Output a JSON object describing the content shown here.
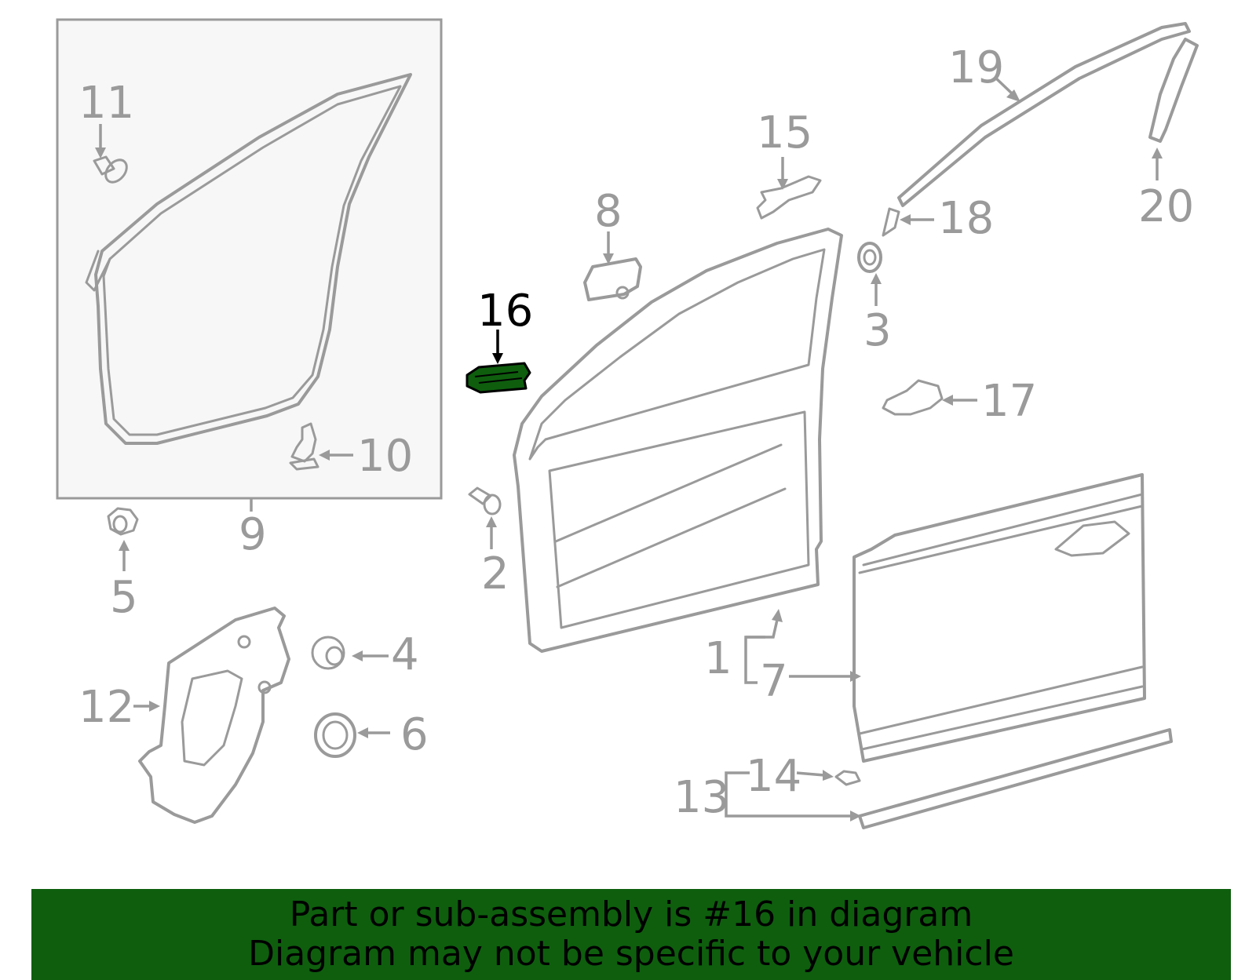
{
  "colors": {
    "line_art": "#9a9a9a",
    "highlight_part": "#0e5e0e",
    "banner_background": "#0e5e0e",
    "highlight_label": "#000000"
  },
  "callouts": {
    "c1": "1",
    "c2": "2",
    "c3": "3",
    "c4": "4",
    "c5": "5",
    "c6": "6",
    "c7": "7",
    "c8": "8",
    "c9": "9",
    "c10": "10",
    "c11": "11",
    "c12": "12",
    "c13": "13",
    "c14": "14",
    "c15": "15",
    "c16": "16",
    "c17": "17",
    "c18": "18",
    "c19": "19",
    "c20": "20"
  },
  "highlighted_part": "16",
  "banner": {
    "line1": "Part or sub-assembly is #16 in diagram",
    "line2": "Diagram may not be specific to your vehicle"
  }
}
